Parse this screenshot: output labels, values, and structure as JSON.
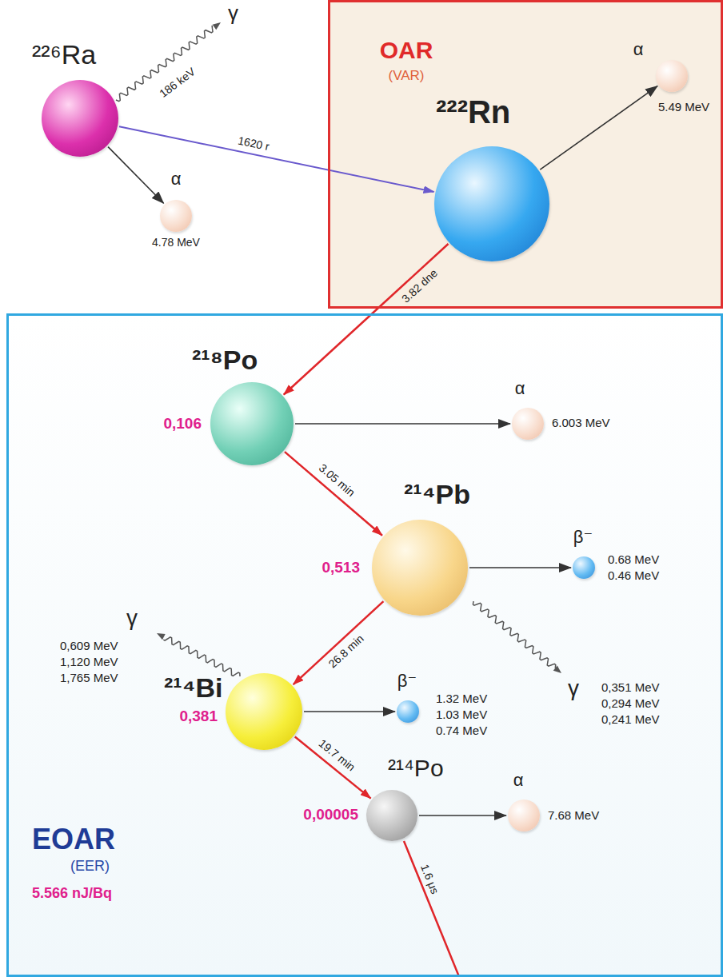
{
  "diagram": {
    "nodes": [
      {
        "text": [
          "²²⁶Ra"
        ]
      },
      {
        "text": [
          "α",
          "4.78 MeV"
        ]
      },
      {
        "text": [
          "OAR",
          "(VAR)"
        ]
      },
      {
        "text": [
          "²²²Rn"
        ],
        "in": 2
      },
      {
        "text": [
          "α",
          "5.49 MeV"
        ],
        "in": 2
      },
      {
        "text": [
          "EOAR",
          "(EER)",
          "5.566 nJ/Bq"
        ]
      },
      {
        "text": [
          "²¹⁸Po",
          "0,106"
        ],
        "in": 5
      },
      {
        "text": [
          "α",
          "6.003 MeV"
        ],
        "in": 5
      },
      {
        "text": [
          "²¹⁴Pb",
          "0,513"
        ],
        "in": 5
      },
      {
        "text": [
          "β⁻",
          "0.68 MeV",
          "0.46 MeV"
        ],
        "in": 5
      },
      {
        "text": [
          "²¹⁴Bi",
          "0,381"
        ],
        "in": 5
      },
      {
        "text": [
          "β⁻",
          "1.32 MeV",
          "1.03 MeV",
          "0.74 MeV"
        ],
        "in": 5
      },
      {
        "text": [
          "²¹⁴Po",
          "0,00005"
        ],
        "in": 5
      },
      {
        "text": [
          "α",
          "7.68 MeV"
        ],
        "in": 5
      }
    ],
    "edges": [
      {
        "from": 0,
        "to": 1,
        "arrow": "to"
      },
      {
        "from": 0,
        "to": 3,
        "label": "1620 r",
        "arrow": "to"
      },
      {
        "from": 3,
        "to": 4,
        "arrow": "to"
      },
      {
        "from": 3,
        "to": 6,
        "label": "3.82 dne",
        "arrow": "to"
      },
      {
        "from": 6,
        "to": 7,
        "arrow": "to"
      },
      {
        "from": 6,
        "to": 8,
        "label": "3.05 min",
        "arrow": "to"
      },
      {
        "from": 8,
        "to": 9,
        "arrow": "to"
      },
      {
        "from": 8,
        "to": 10,
        "label": "26.8 min",
        "arrow": "to"
      },
      {
        "from": 10,
        "to": 11,
        "arrow": "to"
      },
      {
        "from": 10,
        "to": 12,
        "label": "19.7 min",
        "arrow": "to"
      },
      {
        "from": 12,
        "to": 13,
        "arrow": "to"
      }
    ],
    "labels": [
      "γ",
      "186 keV",
      "γ",
      "0,351 MeV",
      "0,294 MeV",
      "0,241 MeV",
      "γ",
      "0,609 MeV",
      "1,120 MeV",
      "1,765 MeV",
      "1.6 μs"
    ]
  }
}
